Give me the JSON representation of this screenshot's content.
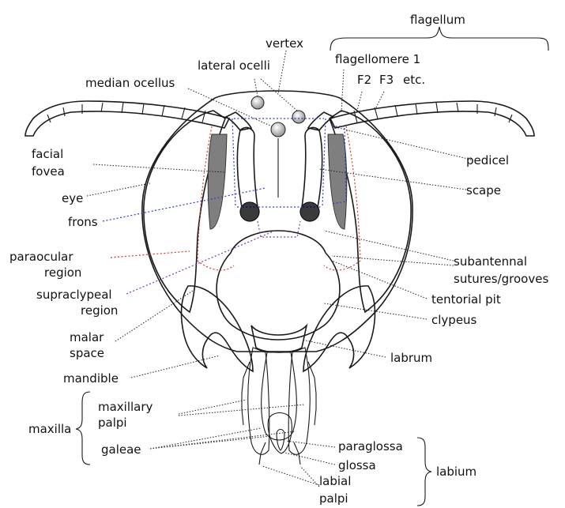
{
  "labels": {
    "flagellum": "flagellum",
    "vertex": "vertex",
    "lateral_ocelli": "lateral ocelli",
    "flagellomere_1": "flagellomere 1",
    "median_ocellus": "median ocellus",
    "f2": "F2",
    "f3": "F3",
    "etc": "etc.",
    "facial": "facial",
    "fovea": "fovea",
    "pedicel": "pedicel",
    "eye": "eye",
    "scape": "scape",
    "frons": "frons",
    "paraocular": "paraocular",
    "region1": "region",
    "subantennal": "subantennal",
    "sutures_grooves": "sutures/grooves",
    "supraclypeal": "supraclypeal",
    "region2": "region",
    "tentorial_pit": "tentorial pit",
    "clypeus": "clypeus",
    "malar": "malar",
    "space": "space",
    "labrum": "labrum",
    "mandible": "mandible",
    "maxillary": "maxillary",
    "palpi1": "palpi",
    "maxilla": "maxilla",
    "galeae": "galeae",
    "paraglossa": "paraglossa",
    "glossa": "glossa",
    "labium": "labium",
    "labial": "labial",
    "palpi2": "palpi"
  },
  "colors": {
    "frons_leader": "#2e3fd1",
    "paraocular_leader": "#d23a2a",
    "supraclypeal_leader": "#7a3aa6",
    "ink": "#1a1a1a",
    "eye_shade": "#8f8f8f"
  }
}
